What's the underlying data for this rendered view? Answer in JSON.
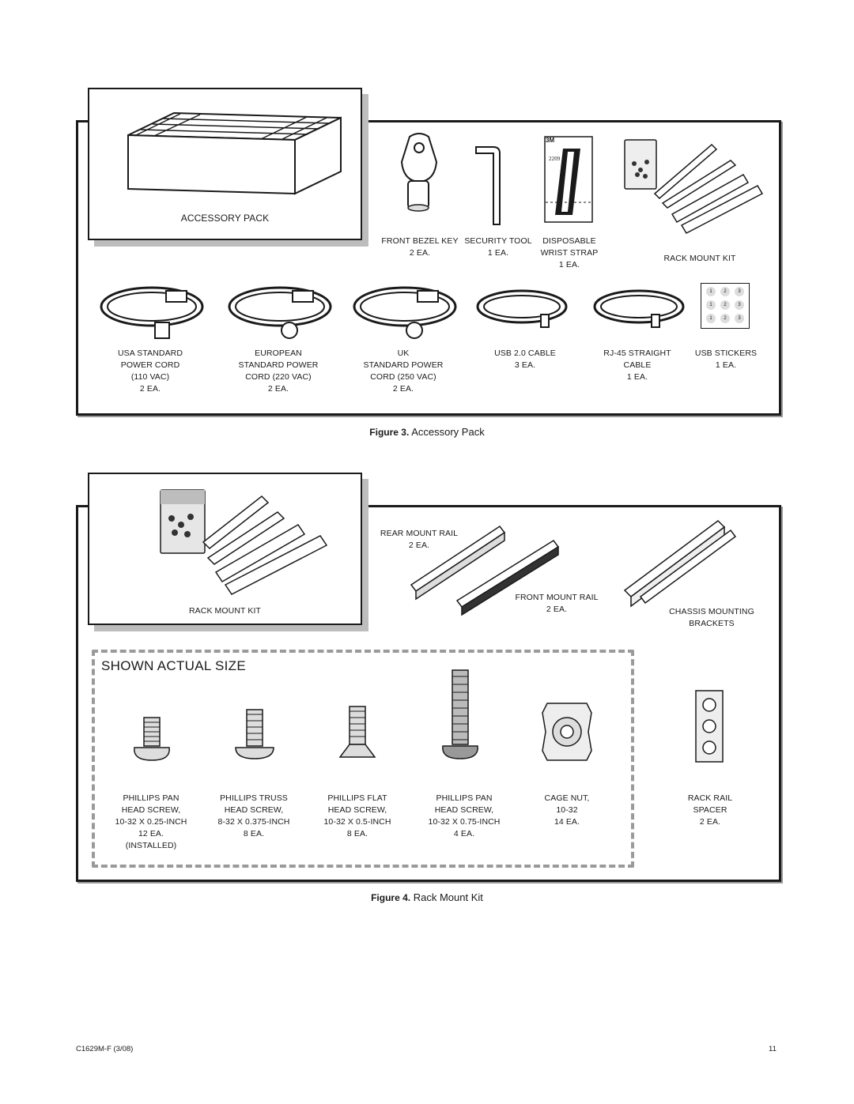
{
  "figure3": {
    "caption_label": "Figure 3.",
    "caption_text": "Accessory Pack",
    "tab_label": "ACCESSORY PACK",
    "top_items": [
      {
        "lines": [
          "FRONT BEZEL KEY",
          "2 EA."
        ]
      },
      {
        "lines": [
          "SECURITY TOOL",
          "1 EA."
        ]
      },
      {
        "lines": [
          "DISPOSABLE",
          "WRIST STRAP",
          "1 EA."
        ]
      },
      {
        "lines": [
          "RACK MOUNT KIT"
        ]
      }
    ],
    "strap_brand": "3M",
    "strap_number": "2209",
    "bottom_items": [
      {
        "lines": [
          "USA STANDARD",
          "POWER CORD",
          "(110 VAC)",
          "2 EA."
        ]
      },
      {
        "lines": [
          "EUROPEAN",
          "STANDARD POWER",
          "CORD (220 VAC)",
          "2 EA."
        ]
      },
      {
        "lines": [
          "UK",
          "STANDARD POWER",
          "CORD (250 VAC)",
          "2 EA."
        ]
      },
      {
        "lines": [
          "USB 2.0 CABLE",
          "3 EA."
        ]
      },
      {
        "lines": [
          "RJ-45 STRAIGHT",
          "CABLE",
          "1 EA."
        ]
      },
      {
        "lines": [
          "USB STICKERS",
          "1 EA."
        ]
      }
    ],
    "sticker_grid": [
      [
        "1",
        "2",
        "3"
      ],
      [
        "1",
        "2",
        "3"
      ],
      [
        "1",
        "2",
        "3"
      ]
    ]
  },
  "figure4": {
    "caption_label": "Figure 4.",
    "caption_text": "Rack Mount Kit",
    "tab_label": "RACK MOUNT KIT",
    "rear_rail": {
      "lines": [
        "REAR MOUNT RAIL",
        "2 EA."
      ]
    },
    "front_rail": {
      "lines": [
        "FRONT MOUNT RAIL",
        "2 EA."
      ]
    },
    "chassis": {
      "lines": [
        "CHASSIS MOUNTING",
        "BRACKETS"
      ]
    },
    "shown_actual_size": "SHOWN ACTUAL SIZE",
    "hardware": [
      {
        "lines": [
          "PHILLIPS PAN",
          "HEAD SCREW,",
          "10-32 X 0.25-INCH",
          "12 EA.",
          "(INSTALLED)"
        ]
      },
      {
        "lines": [
          "PHILLIPS TRUSS",
          "HEAD SCREW,",
          "8-32 X 0.375-INCH",
          "8 EA."
        ]
      },
      {
        "lines": [
          "PHILLIPS FLAT",
          "HEAD SCREW,",
          "10-32 X 0.5-INCH",
          "8 EA."
        ]
      },
      {
        "lines": [
          "PHILLIPS PAN",
          "HEAD SCREW,",
          "10-32 X 0.75-INCH",
          "4 EA."
        ]
      },
      {
        "lines": [
          "CAGE NUT,",
          "10-32",
          "14 EA."
        ]
      },
      {
        "lines": [
          "RACK RAIL",
          "SPACER",
          "2 EA."
        ]
      }
    ]
  },
  "footer": {
    "doc_id": "C1629M-F (3/08)",
    "page_number": "11"
  }
}
